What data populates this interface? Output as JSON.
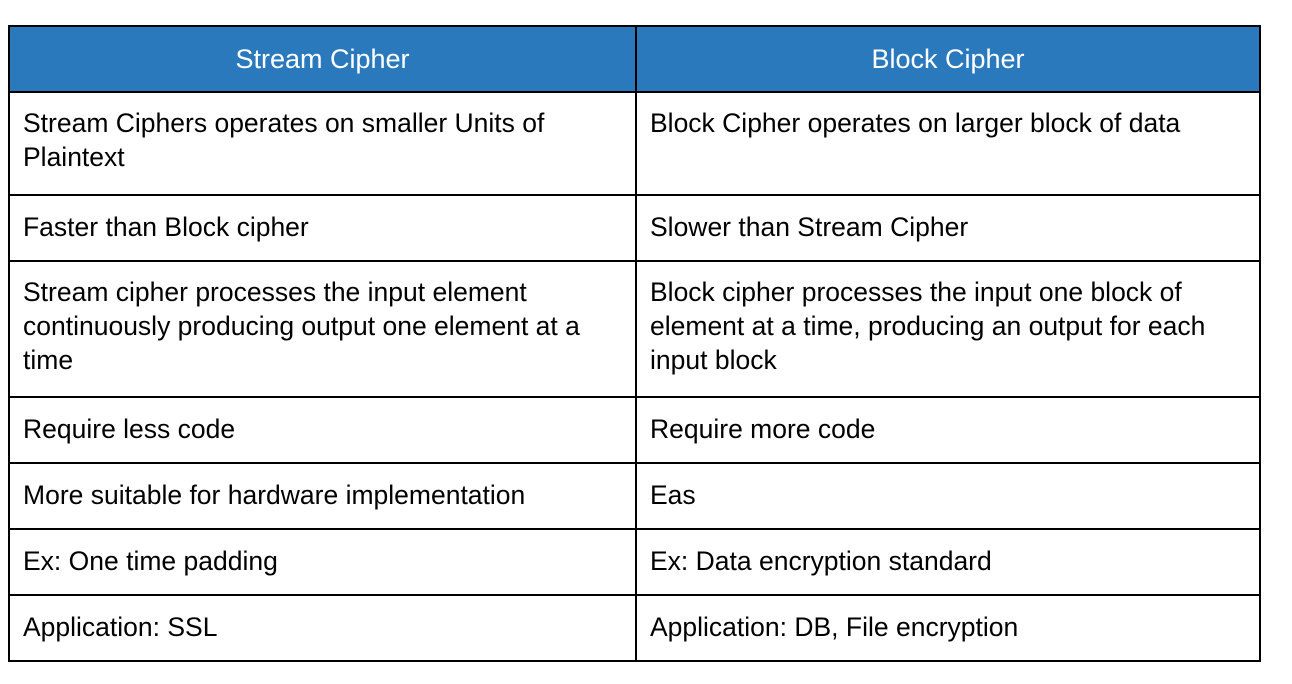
{
  "document": {
    "title": "Stream Cipher vs Block Cipher comparison table",
    "accent_color": "#2a79bd",
    "header_text_color": "#ffffff",
    "body_text_color": "#000000",
    "border_color": "#000000",
    "background_color": "#ffffff"
  },
  "table": {
    "columns": [
      {
        "label": "Stream Cipher"
      },
      {
        "label": "Block Cipher"
      }
    ],
    "rows": [
      {
        "left": "Stream Ciphers operates on smaller Units of Plaintext",
        "right": "Block Cipher operates on larger block of data"
      },
      {
        "left": "Faster than Block cipher",
        "right": "Slower than Stream Cipher"
      },
      {
        "left": "Stream cipher processes the input element continuously producing output one element at a time",
        "right": "Block cipher processes the input one block of element at a time, producing an output for each input block"
      },
      {
        "left": "Require less code",
        "right": "Require more code"
      },
      {
        "left": "More suitable for hardware implementation",
        "right": "Eas"
      },
      {
        "left": "Ex: One time padding",
        "right": "Ex: Data encryption standard"
      },
      {
        "left": "Application: SSL",
        "right": "Application: DB, File encryption"
      }
    ]
  }
}
